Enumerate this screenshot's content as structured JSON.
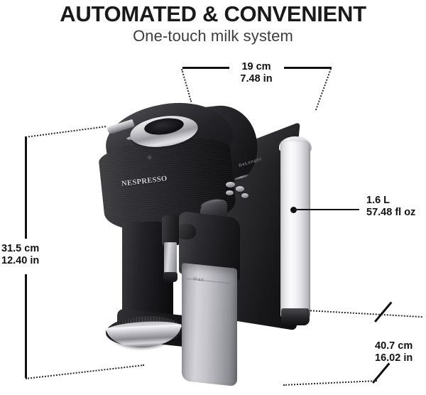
{
  "header": {
    "title": "AUTOMATED & CONVENIENT",
    "subtitle": "One-touch milk system"
  },
  "product": {
    "brand_logo": "NESPRESSO",
    "secondary_brand": "DeLonghi",
    "milk_container_marking": "max"
  },
  "dimensions": {
    "width": {
      "metric": "19 cm",
      "imperial": "7.48 in",
      "axis": "width-top"
    },
    "height": {
      "metric": "31.5 cm",
      "imperial": "12.40 in",
      "axis": "height-left"
    },
    "depth": {
      "metric": "40.7 cm",
      "imperial": "16.02 in",
      "axis": "depth-right"
    }
  },
  "callouts": {
    "water_tank": {
      "metric": "1.6 L",
      "imperial": "57.48 fl oz"
    }
  },
  "colors": {
    "text": "#111111",
    "background": "#ffffff",
    "body_dark": "#1b1b1e",
    "chrome": "#d3d3d8"
  }
}
